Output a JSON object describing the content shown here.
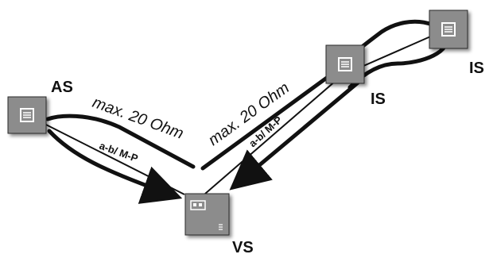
{
  "labels": {
    "as": "AS",
    "is_mid": "IS",
    "is_right": "IS",
    "vs": "VS",
    "resistance_left": "max. 20 Ohm",
    "resistance_right": "max. 20 Ohm",
    "wire_left": "a-b/ M-P",
    "wire_right": "a-b/ M-P"
  },
  "colors": {
    "ink": "#111111",
    "device_face": "#8c8c8c",
    "device_shadow": "#2a2a2a",
    "device_icon": "#ffffff"
  },
  "icons": {
    "as": "list-device-icon",
    "is_mid": "list-device-icon",
    "is_right": "list-device-icon",
    "vs": "control-panel-icon"
  }
}
